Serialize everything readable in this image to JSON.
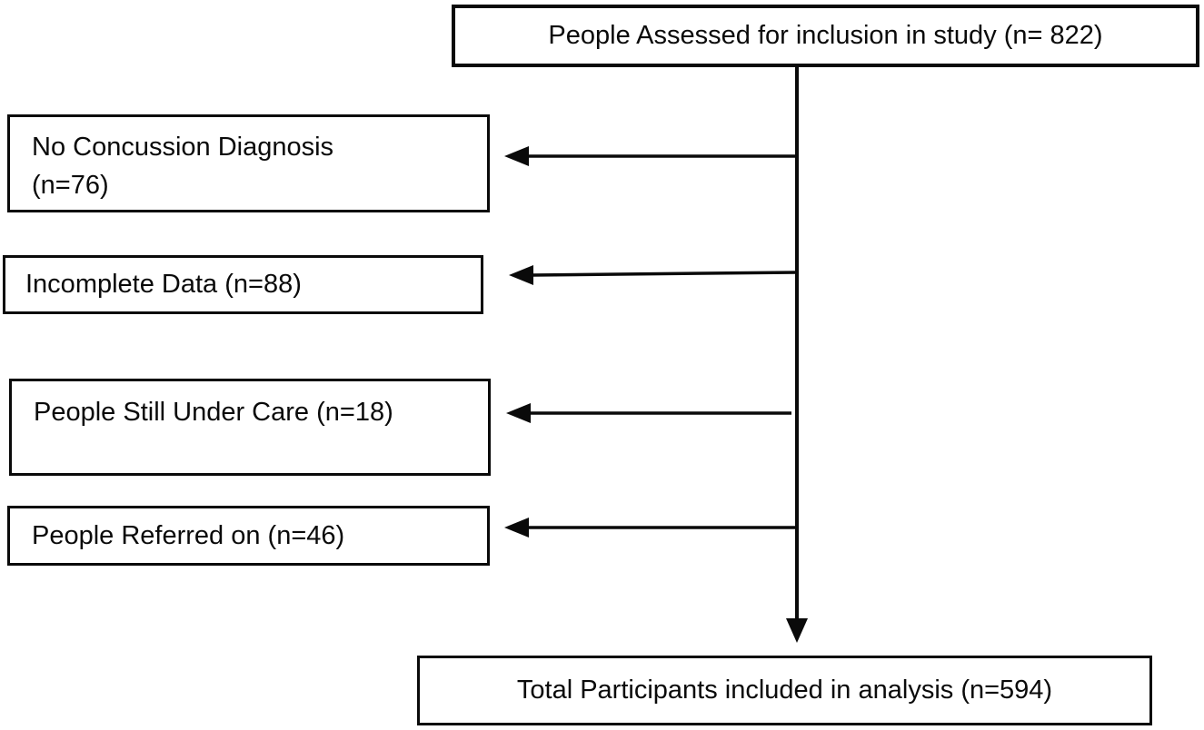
{
  "colors": {
    "background": "#ffffff",
    "line": "#0a0a0a",
    "box_border": "#0a0a0a",
    "text": "#0a0a0a"
  },
  "flowchart": {
    "type": "study-inclusion-flow",
    "top_box": {
      "label": "People Assessed for inclusion in study (n= 822)",
      "n": 822
    },
    "exclusion_boxes": [
      {
        "lines": [
          "No Concussion Diagnosis",
          "(n=76)"
        ],
        "full_label": "No Concussion Diagnosis (n=76)",
        "n": 76
      },
      {
        "lines": [
          "Incomplete Data (n=88)"
        ],
        "full_label": "Incomplete Data (n=88)",
        "n": 88
      },
      {
        "lines": [
          "People Still Under Care (n=18)"
        ],
        "full_label": "People Still Under Care (n=18)",
        "n": 18
      },
      {
        "lines": [
          "People Referred on (n=46)"
        ],
        "full_label": "People Referred on (n=46)",
        "n": 46
      }
    ],
    "bottom_box": {
      "label": "Total Participants included in analysis (n=594)",
      "n": 594
    }
  }
}
